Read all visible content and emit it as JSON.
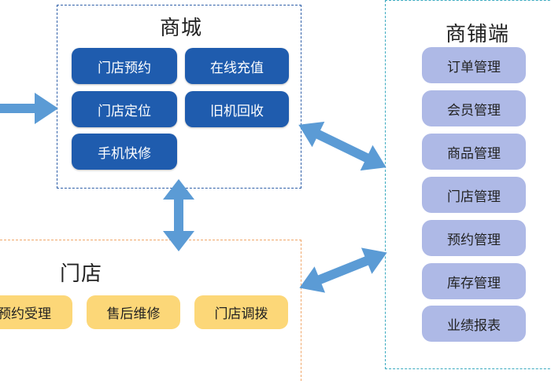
{
  "mall": {
    "title": "商城",
    "items": [
      "门店预约",
      "在线充值",
      "门店定位",
      "旧机回收",
      "手机快修"
    ]
  },
  "shop_admin": {
    "title": "商铺端",
    "items": [
      "订单管理",
      "会员管理",
      "商品管理",
      "门店管理",
      "预约管理",
      "库存管理",
      "业绩报表"
    ]
  },
  "store": {
    "title": "门店",
    "items": [
      "预约受理",
      "售后维修",
      "门店调拨"
    ]
  },
  "colors": {
    "mall_border": "#2f5fa8",
    "mall_item": "#1f5cae",
    "shop_border": "#3aaac0",
    "shop_item": "#aeb9e6",
    "store_border": "#f0a76a",
    "store_item": "#fcd778",
    "arrow": "#5b9bd5"
  }
}
